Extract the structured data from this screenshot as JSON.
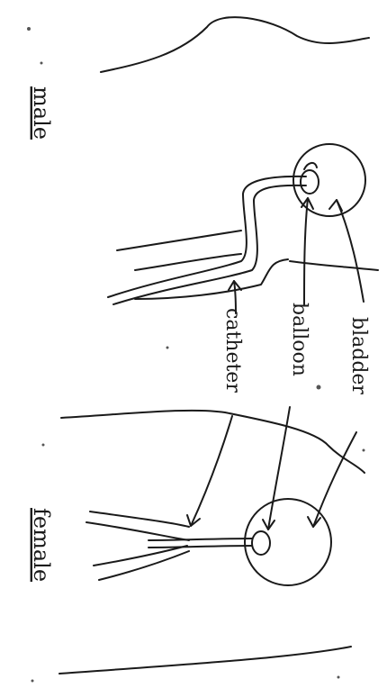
{
  "diagram": {
    "sections": {
      "male": "male",
      "female": "female"
    },
    "labels": {
      "bladder": "bladder",
      "balloon": "balloon",
      "catheter": "catheter"
    }
  }
}
